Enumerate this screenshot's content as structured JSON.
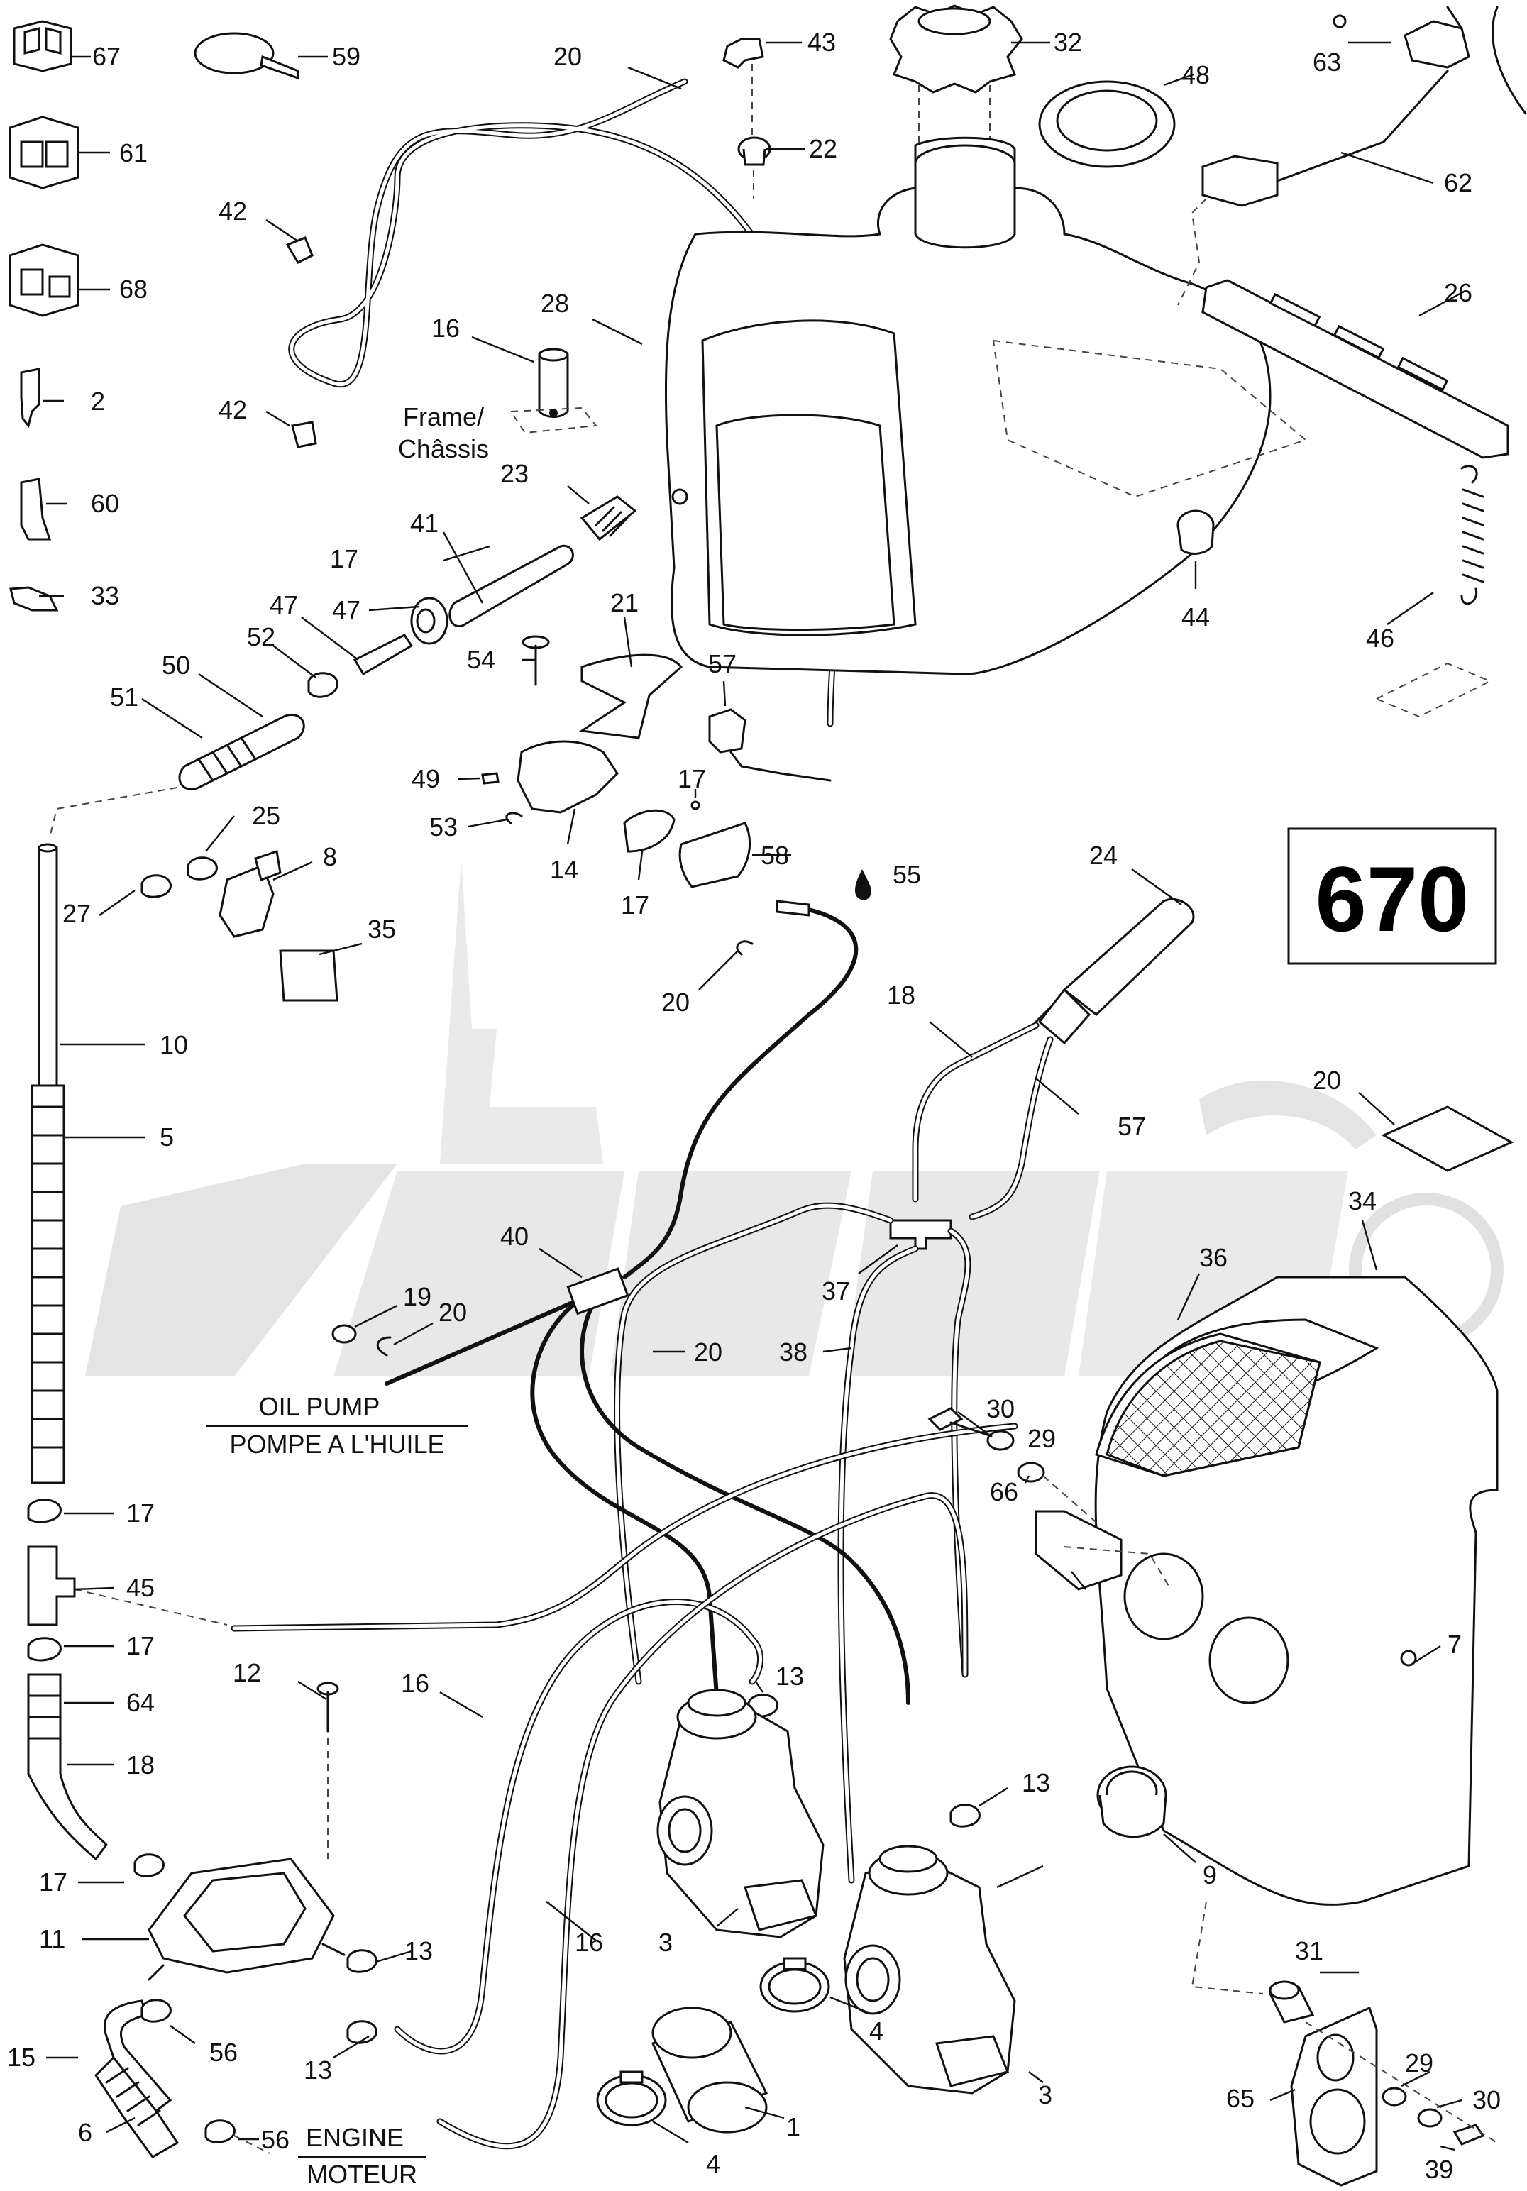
{
  "diagram_number": "670",
  "text_labels": {
    "frame_en": "Frame/",
    "frame_fr": "Châssis",
    "oil_pump_en": "OIL PUMP",
    "oil_pump_fr": "POMPE A L'HUILE",
    "engine_en": "ENGINE",
    "engine_fr": "MOTEUR"
  },
  "callouts": [
    "67",
    "59",
    "20",
    "43",
    "32",
    "48",
    "63",
    "61",
    "22",
    "62",
    "42",
    "28",
    "16",
    "26",
    "68",
    "2",
    "42",
    "23",
    "41",
    "47",
    "44",
    "46",
    "60",
    "33",
    "47",
    "17",
    "52",
    "54",
    "21",
    "50",
    "57",
    "51",
    "49",
    "17",
    "25",
    "8",
    "53",
    "58",
    "55",
    "14",
    "17",
    "27",
    "24",
    "35",
    "20",
    "18",
    "10",
    "20",
    "57",
    "5",
    "34",
    "40",
    "36",
    "19",
    "37",
    "20",
    "20",
    "38",
    "30",
    "29",
    "17",
    "66",
    "45",
    "17",
    "13",
    "16",
    "7",
    "64",
    "18",
    "13",
    "12",
    "9",
    "17",
    "11",
    "13",
    "16",
    "3",
    "3",
    "31",
    "15",
    "56",
    "4",
    "29",
    "13",
    "30",
    "65",
    "56",
    "1",
    "6",
    "4",
    "39"
  ]
}
